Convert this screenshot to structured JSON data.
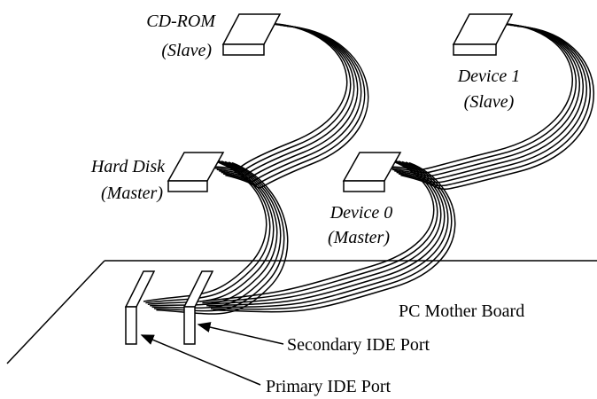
{
  "labels": {
    "cdrom": "CD-ROM",
    "cdrom_role": "(Slave)",
    "device1": "Device 1",
    "device1_role": "(Slave)",
    "harddisk": "Hard Disk",
    "harddisk_role": "(Master)",
    "device0": "Device 0",
    "device0_role": "(Master)",
    "motherboard": "PC Mother Board",
    "secondary_port": "Secondary IDE Port",
    "primary_port": "Primary IDE Port"
  }
}
